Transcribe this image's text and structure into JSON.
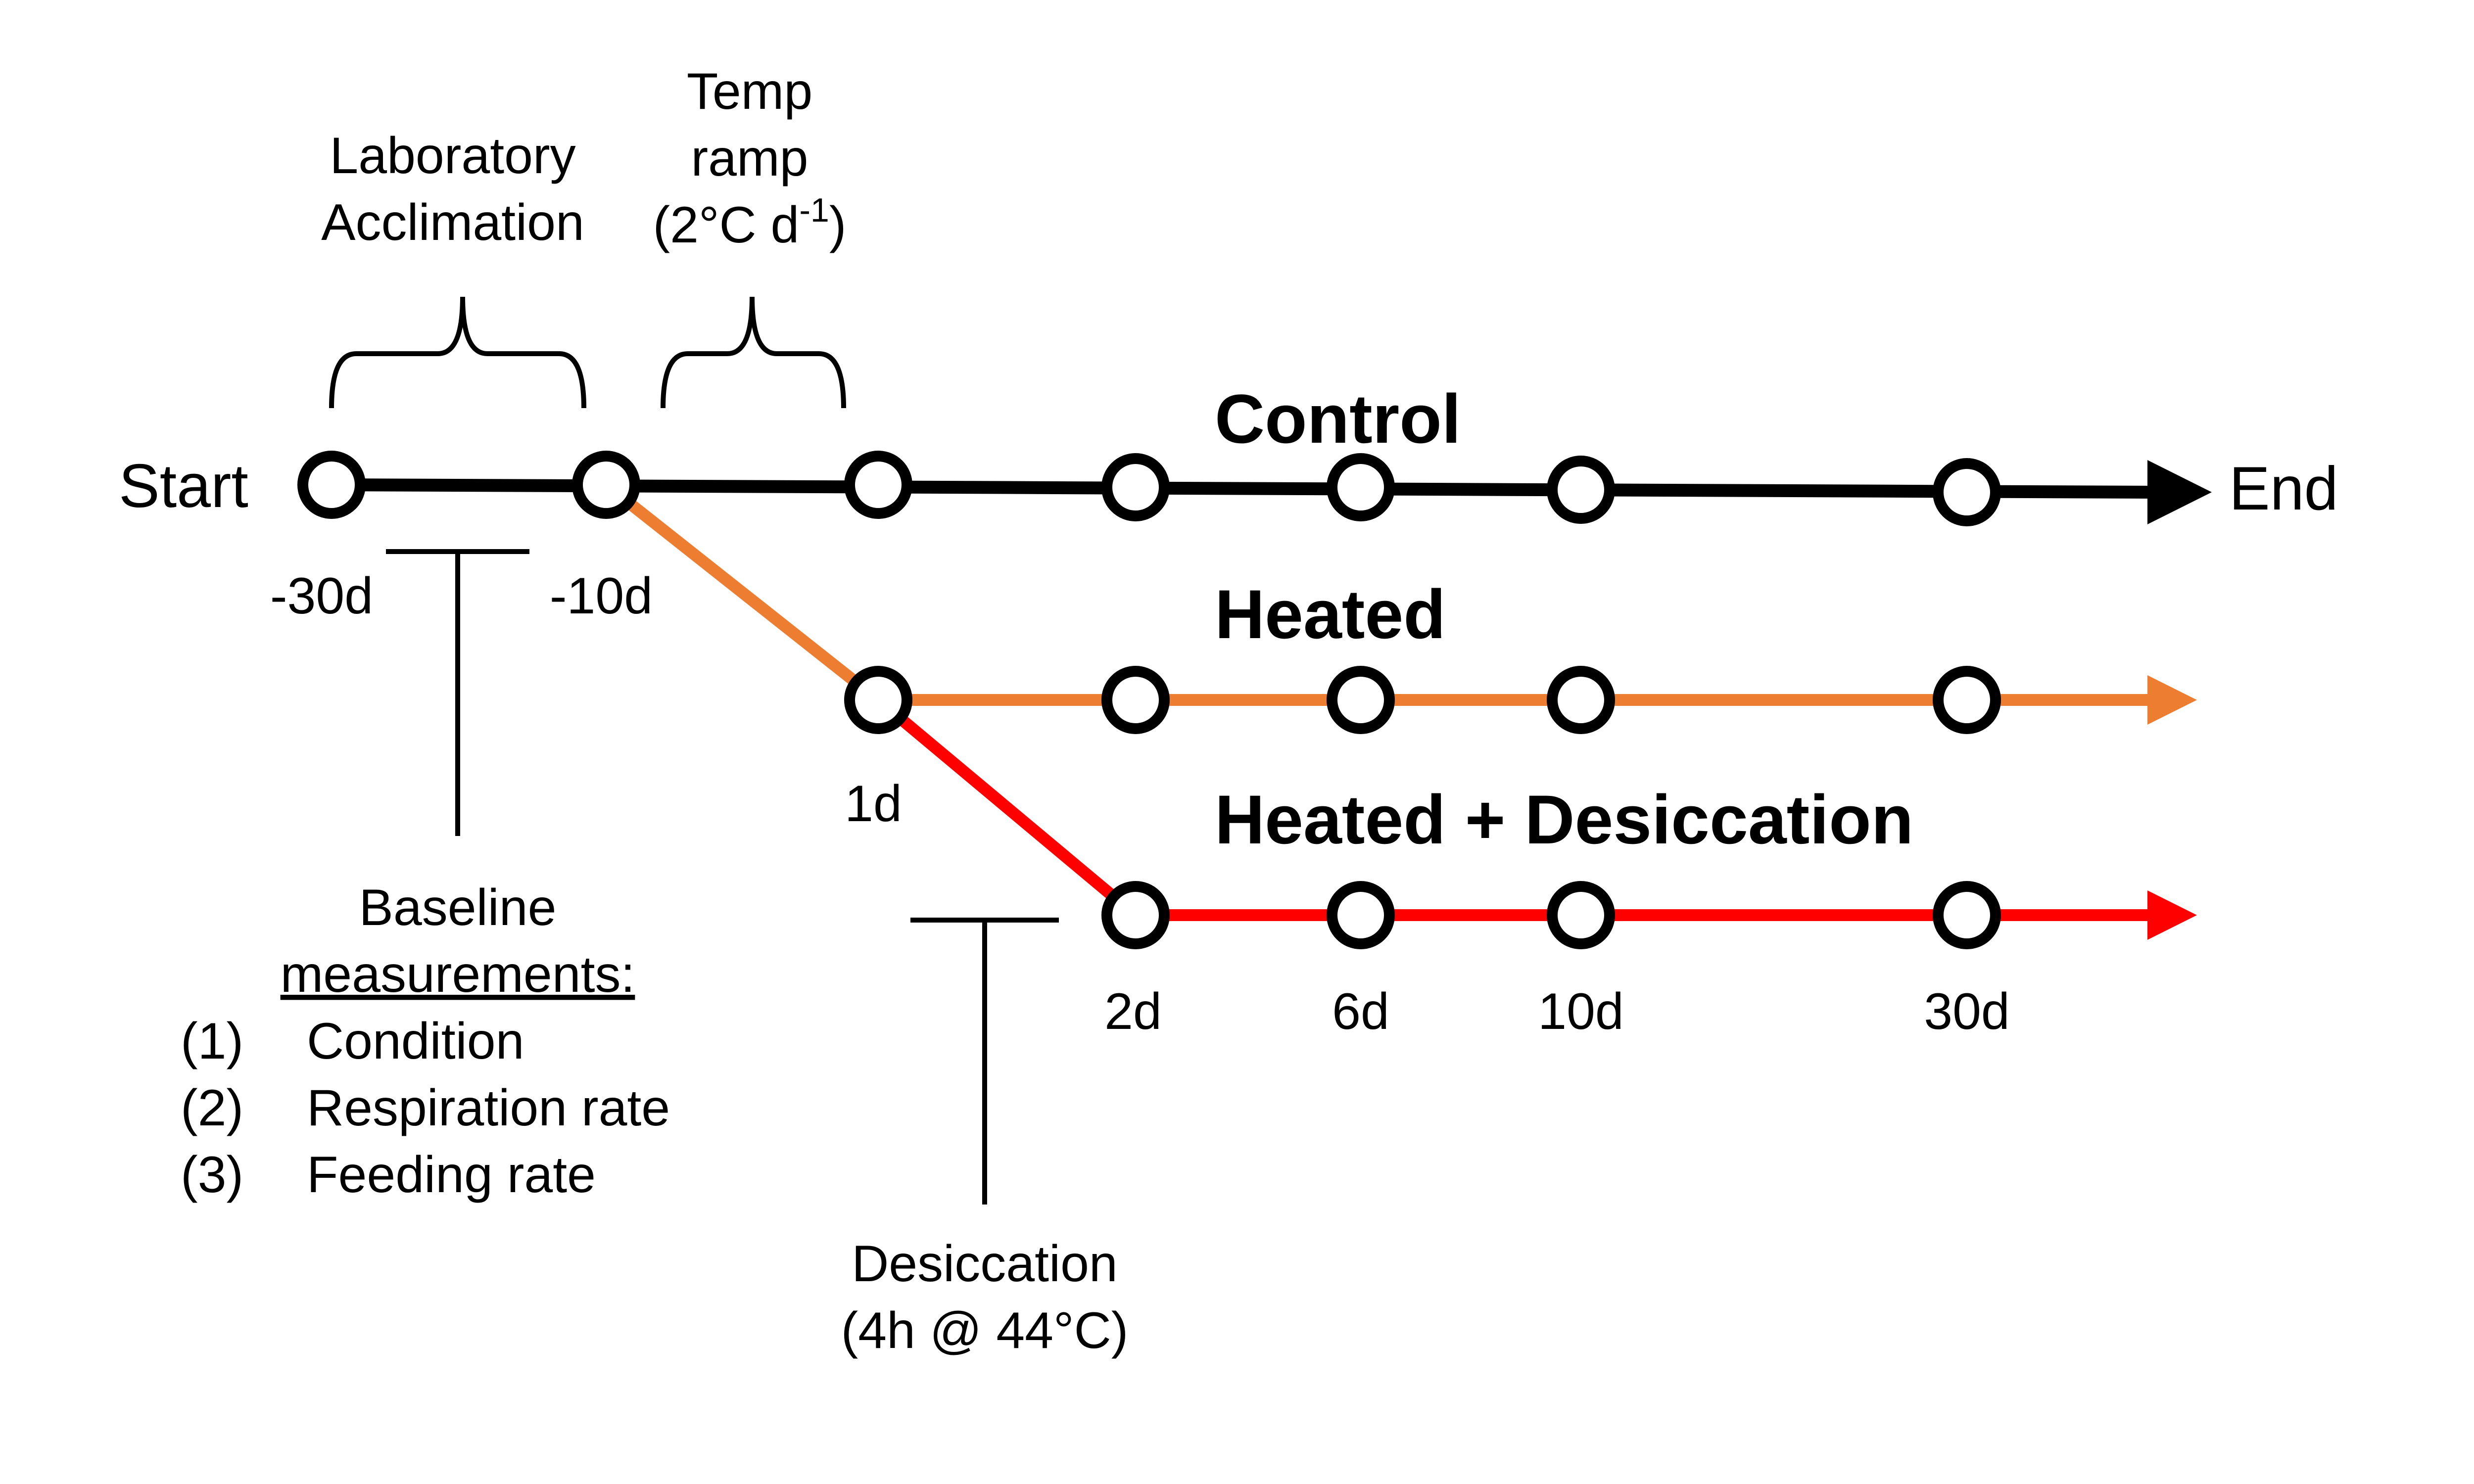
{
  "labels": {
    "start": "Start",
    "end": "End",
    "lab_acclimation_line1": "Laboratory",
    "lab_acclimation_line2": "Acclimation",
    "temp_ramp_line1": "Temp",
    "temp_ramp_line2": "ramp",
    "temp_ramp_line3_pre": "(2°C d",
    "temp_ramp_line3_sup": "-1",
    "temp_ramp_line3_post": ")",
    "baseline_line1": "Baseline",
    "baseline_line2": "measurements:",
    "desiccation_line1": "Desiccation",
    "desiccation_line2": "(4h @ 44°C)"
  },
  "baseline_items": [
    {
      "num": "(1)",
      "text": "Condition"
    },
    {
      "num": "(2)",
      "text": "Respiration rate"
    },
    {
      "num": "(3)",
      "text": "Feeding rate"
    }
  ],
  "timepoints": {
    "t_minus30": "-30d",
    "t_minus10": "-10d",
    "t_1": "1d",
    "t_2": "2d",
    "t_6": "6d",
    "t_10": "10d",
    "t_30": "30d"
  },
  "treatments": {
    "control": {
      "label": "Control",
      "color": "#000000"
    },
    "heated": {
      "label": "Heated",
      "color": "#ED7D31"
    },
    "heated_desiccation": {
      "label": "Heated + Desiccation",
      "color": "#FF0000"
    }
  }
}
